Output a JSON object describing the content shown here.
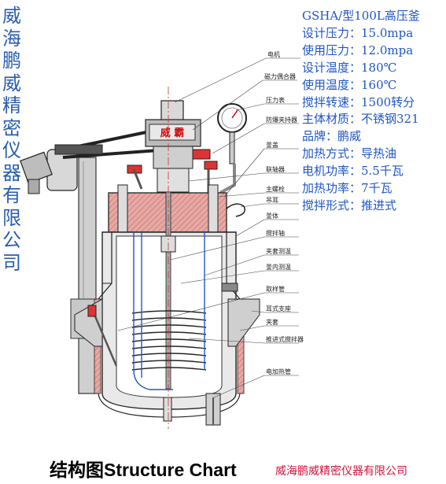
{
  "company_vertical": [
    "威",
    "海",
    "鹏",
    "威",
    "精",
    "密",
    "仪",
    "器",
    "有",
    "限",
    "公",
    "司"
  ],
  "specs": [
    "GSHA/型100L高压釜",
    "设计压力：15.0mpa",
    "使用压力：12.0mpa",
    "设计温度：180℃",
    "使用温度：160℃",
    "搅拌转速：1500转分",
    "主体材质：不锈钢321",
    "品牌：鹏威",
    "加热方式：导热油",
    "电机功率：5.5千瓦",
    "加热功率：7千瓦",
    "搅拌形式：推进式"
  ],
  "labels": {
    "motor": "电机",
    "magnetic_coupler": "磁力偶合器",
    "pressure_gauge": "压力表",
    "explosion_proof": "防爆夹持器",
    "lid": "釜盖",
    "bearing": "联轴器",
    "main_bolt": "主螺栓",
    "lifting_ear": "吊耳",
    "body": "釜体",
    "stir_shaft": "搅拌轴",
    "jacket_temp": "夹套测温",
    "inner_temp": "釜内测温",
    "sampling_pipe": "取样管",
    "ear_support": "耳式支座",
    "jacket": "夹套",
    "impeller": "推进式搅拌器",
    "heater_pipe": "电加热管"
  },
  "brand_plate": "威 霸",
  "footer": {
    "title": "结构图Structure Chart",
    "company": "威海鹏威精密仪器有限公司"
  },
  "colors": {
    "blue_text": "#1f56c6",
    "red_text": "#d4103a",
    "section_fill": "#e7a8a4"
  }
}
